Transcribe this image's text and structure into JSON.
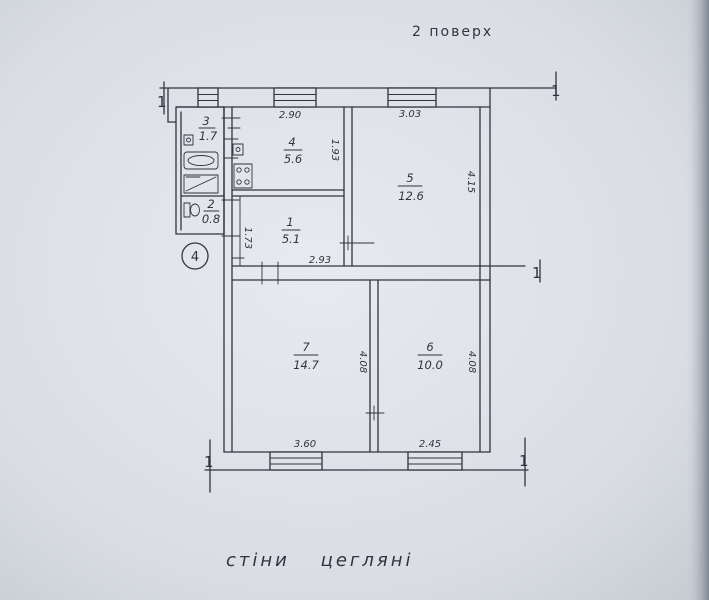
{
  "header": {
    "floor_label": "2 поверх"
  },
  "footer": {
    "wall_material_note": "стіни цегляні"
  },
  "plan_marker": {
    "label": "4"
  },
  "axis_labels": {
    "top_left": "1",
    "top_right": "1",
    "middle_right": "1",
    "bottom_left": "1",
    "bottom_right": "1"
  },
  "rooms": [
    {
      "number": "3",
      "area": "1.7"
    },
    {
      "number": "2",
      "area": "0.8"
    },
    {
      "number": "4",
      "area": "5.6"
    },
    {
      "number": "1",
      "area": "5.1"
    },
    {
      "number": "5",
      "area": "12.6"
    },
    {
      "number": "7",
      "area": "14.7"
    },
    {
      "number": "6",
      "area": "10.0"
    }
  ],
  "dimensions": {
    "room4_width": "2.90",
    "room5_width": "3.03",
    "room4_depth": "1.93",
    "room5_depth": "4.15",
    "room1_depth": "1.73",
    "room1_width": "2.93",
    "room7_depth": "4.08",
    "room6_depth": "4.08",
    "room7_width": "3.60",
    "room6_width": "2.45"
  },
  "fixtures": [
    "washbasin-icon",
    "bathtub-icon",
    "shower-tray-icon",
    "toilet-icon",
    "kitchen-sink-icon",
    "stove-icon"
  ],
  "colors": {
    "paper": "#dfe2e6",
    "ink": "#2f3440"
  }
}
